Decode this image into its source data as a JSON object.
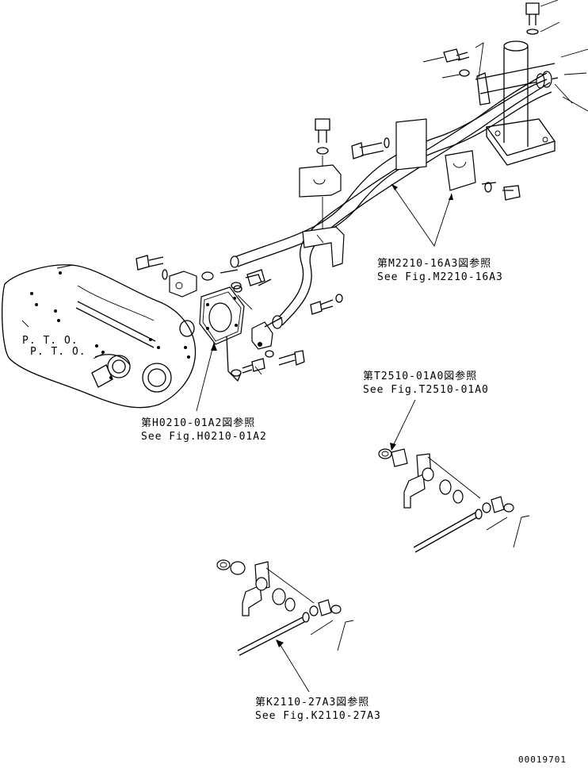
{
  "labels": {
    "pto_1": "P. T. O.",
    "pto_2": "P. T. O.",
    "ref_m2210_jp": "第M2210-16A3図参照",
    "ref_m2210_en": "See Fig.M2210-16A3",
    "ref_h0210_jp": "第H0210-01A2図参照",
    "ref_h0210_en": "See Fig.H0210-01A2",
    "ref_t2510_jp": "第T2510-01A0図参照",
    "ref_t2510_en": "See Fig.T2510-01A0",
    "ref_k2110_jp": "第K2110-27A3図参照",
    "ref_k2110_en": "See Fig.K2110-27A3",
    "drawing_number": "00019701"
  }
}
